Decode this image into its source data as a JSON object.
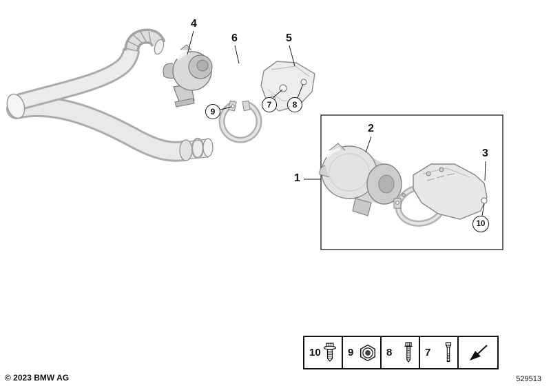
{
  "meta": {
    "copyright": "© 2023 BMW AG",
    "diagram_number": "529513"
  },
  "colors": {
    "line": "#1a1a1a",
    "background": "#ffffff",
    "part_fill_light": "#e8e8e8",
    "part_fill_mid": "#cfcfcf"
  },
  "callouts": {
    "c1": "1",
    "c2": "2",
    "c3": "3",
    "c4": "4",
    "c5": "5",
    "c6": "6",
    "c7": "7",
    "c8": "8",
    "c9": "9",
    "c10": "10"
  },
  "fastener_table": {
    "items": [
      {
        "label": "10",
        "icon": "flange-screw-icon"
      },
      {
        "label": "9",
        "icon": "flange-nut-icon"
      },
      {
        "label": "8",
        "icon": "hex-screw-icon"
      },
      {
        "label": "7",
        "icon": "stud-screw-icon"
      },
      {
        "label": "",
        "icon": "direction-arrow-icon"
      }
    ]
  }
}
